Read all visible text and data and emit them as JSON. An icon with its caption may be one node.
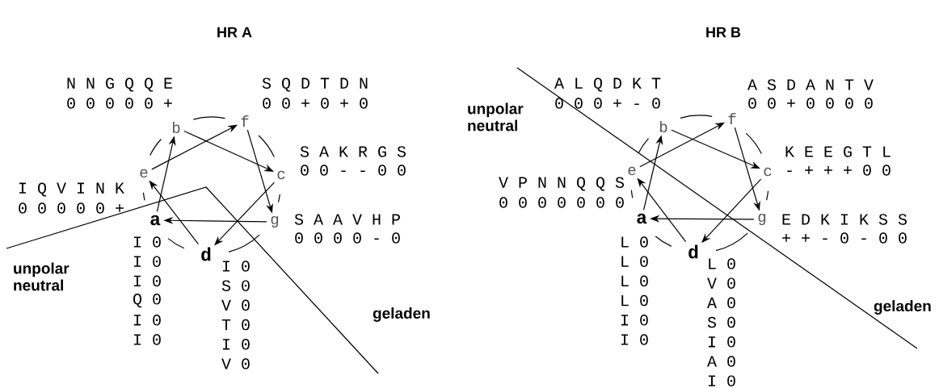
{
  "diagram": {
    "nodes": [
      {
        "text": [
          "a"
        ],
        "beside": [
          "I 0",
          "I 0",
          "I 0",
          "Q 0",
          "I 0",
          "I 0"
        ]
      },
      {
        "text": [
          "b"
        ],
        "beside": [
          "N N G Q Q E",
          "0 0 0 0 0 +"
        ]
      },
      {
        "text": [
          "c"
        ],
        "beside": [
          "S A K R G S",
          "0 0 - - 0 0"
        ]
      },
      {
        "text": [
          "d"
        ],
        "beside": [
          "I 0",
          "S 0",
          "V 0",
          "T 0",
          "I 0",
          "V 0"
        ]
      },
      {
        "text": [
          "e"
        ],
        "beside": [
          "I Q V I N K",
          "0 0 0 0 0 +"
        ]
      },
      {
        "text": [
          "f"
        ],
        "beside": [
          "S Q D T D N",
          "0 0 + 0 + 0"
        ]
      },
      {
        "text": [
          "g"
        ],
        "beside": [
          "S A A V H P",
          "0 0 0 0 - 0"
        ]
      },
      {
        "text": [
          "a"
        ],
        "beside": [
          "L 0",
          "L 0",
          "L 0",
          "L 0",
          "I 0",
          "I 0"
        ]
      },
      {
        "text": [
          "b"
        ],
        "beside": [
          "A L Q D K T",
          "0 0 0 + - 0"
        ]
      },
      {
        "text": [
          "c"
        ],
        "beside": [
          "K E E G T L",
          "- + + + 0 0"
        ]
      },
      {
        "text": [
          "d"
        ],
        "beside": [
          "L 0",
          "V 0",
          "A 0",
          "S 0",
          "I 0",
          "A 0",
          "I 0"
        ]
      },
      {
        "text": [
          "e"
        ],
        "beside": [
          "V P N N Q Q S",
          "0 0 0 0 0 0 0"
        ]
      },
      {
        "text": [
          "f"
        ],
        "beside": [
          "A S D A N T V",
          "0 0 + 0 0 0 0"
        ]
      },
      {
        "text": [
          "g"
        ],
        "beside": [
          "E D K I K S S",
          "+ + - 0 - 0 0"
        ]
      }
    ],
    "edges": [
      {
        "from": 0,
        "to": 1,
        "arrow": "to"
      },
      {
        "from": 1,
        "to": 2,
        "arrow": "to"
      },
      {
        "from": 2,
        "to": 3,
        "arrow": "to"
      },
      {
        "from": 3,
        "to": 4,
        "arrow": "to"
      },
      {
        "from": 4,
        "to": 5,
        "arrow": "to"
      },
      {
        "from": 5,
        "to": 6,
        "arrow": "to"
      },
      {
        "from": 6,
        "to": 0,
        "arrow": "to"
      },
      {
        "from": 7,
        "to": 8,
        "arrow": "to"
      },
      {
        "from": 8,
        "to": 9,
        "arrow": "to"
      },
      {
        "from": 9,
        "to": 10,
        "arrow": "to"
      },
      {
        "from": 10,
        "to": 11,
        "arrow": "to"
      },
      {
        "from": 11,
        "to": 12,
        "arrow": "to"
      },
      {
        "from": 12,
        "to": 13,
        "arrow": "to"
      },
      {
        "from": 13,
        "to": 7,
        "arrow": "to"
      }
    ],
    "labels": [
      "HR A",
      "HR B",
      "unpolar neutral",
      "geladen",
      "unpolar neutral",
      "geladen"
    ]
  }
}
